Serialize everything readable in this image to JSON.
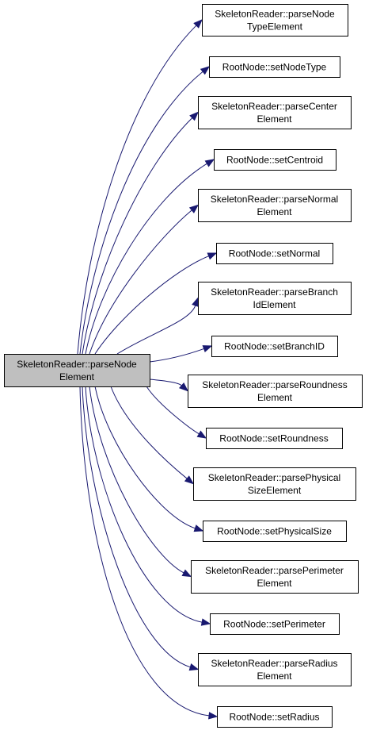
{
  "colors": {
    "edge": "#191970",
    "root_fill": "#bfbfbf",
    "node_fill": "#ffffff",
    "border": "#000000"
  },
  "root": {
    "id": "root",
    "lines": [
      "SkeletonReader::parseNode",
      "Element"
    ]
  },
  "callees": [
    {
      "id": "n1",
      "lines": [
        "SkeletonReader::parseNode",
        "TypeElement"
      ]
    },
    {
      "id": "n2",
      "lines": [
        "RootNode::setNodeType"
      ]
    },
    {
      "id": "n3",
      "lines": [
        "SkeletonReader::parseCenter",
        "Element"
      ]
    },
    {
      "id": "n4",
      "lines": [
        "RootNode::setCentroid"
      ]
    },
    {
      "id": "n5",
      "lines": [
        "SkeletonReader::parseNormal",
        "Element"
      ]
    },
    {
      "id": "n6",
      "lines": [
        "RootNode::setNormal"
      ]
    },
    {
      "id": "n7",
      "lines": [
        "SkeletonReader::parseBranch",
        "IdElement"
      ]
    },
    {
      "id": "n8",
      "lines": [
        "RootNode::setBranchID"
      ]
    },
    {
      "id": "n9",
      "lines": [
        "SkeletonReader::parseRoundness",
        "Element"
      ]
    },
    {
      "id": "n10",
      "lines": [
        "RootNode::setRoundness"
      ]
    },
    {
      "id": "n11",
      "lines": [
        "SkeletonReader::parsePhysical",
        "SizeElement"
      ]
    },
    {
      "id": "n12",
      "lines": [
        "RootNode::setPhysicalSize"
      ]
    },
    {
      "id": "n13",
      "lines": [
        "SkeletonReader::parsePerimeter",
        "Element"
      ]
    },
    {
      "id": "n14",
      "lines": [
        "RootNode::setPerimeter"
      ]
    },
    {
      "id": "n15",
      "lines": [
        "SkeletonReader::parseRadius",
        "Element"
      ]
    },
    {
      "id": "n16",
      "lines": [
        "RootNode::setRadius"
      ]
    }
  ]
}
